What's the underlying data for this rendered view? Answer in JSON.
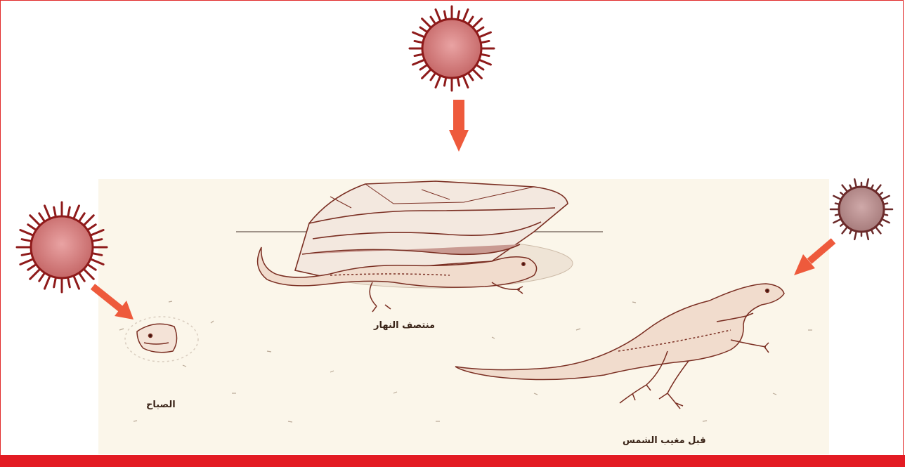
{
  "labels": {
    "morning": "الصباح",
    "noon": "منتصف النهار",
    "evening": "قبل مغيب الشمس"
  },
  "colors": {
    "frame": "#e12a2a",
    "bottom_band": "#e31b23",
    "arrow": "#ee5a3c",
    "sun_bright_fill": "#d58585",
    "sun_bright_rays": "#8e1a1a",
    "sun_dim_fill": "#b88e8e",
    "sun_dim_rays": "#6b2a2a",
    "sketch": "#7a2e22",
    "sand": "#fbf6ea"
  },
  "icons": {
    "sun": "sun-icon",
    "arrow": "arrow-icon",
    "lizard": "lizard-drawing",
    "rock": "rock-drawing"
  }
}
